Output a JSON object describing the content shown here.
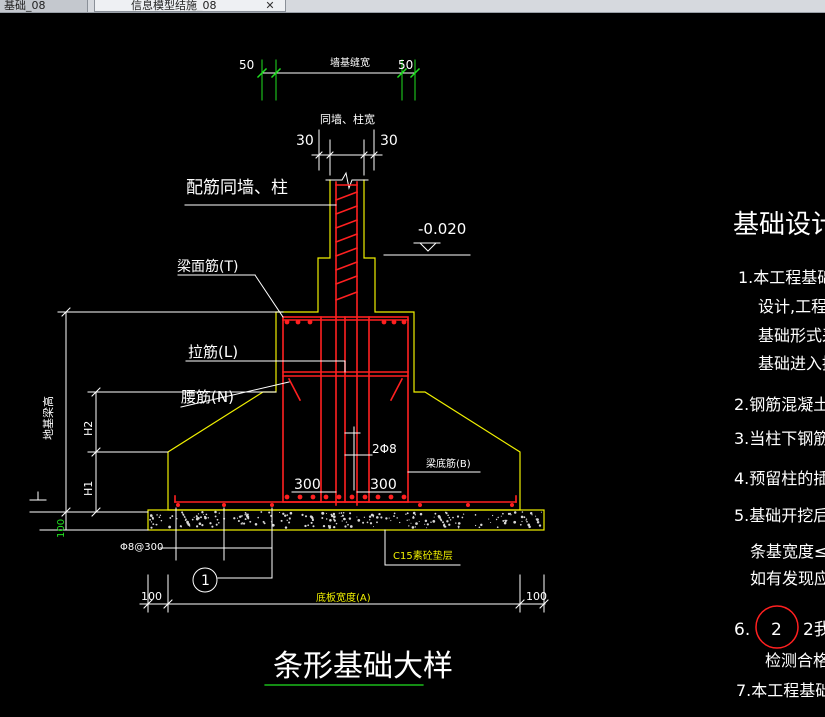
{
  "tabs": [
    {
      "label": "基础_08"
    },
    {
      "label": "信息模型结施_08"
    }
  ],
  "tab_close_glyph": "✕",
  "colors": {
    "background": "#000000",
    "white": "#ffffff",
    "red": "#ff2020",
    "yellow": "#f0f000",
    "green": "#20e020",
    "cyan": "#30d0ff"
  },
  "drawing": {
    "top_dim": {
      "left": "50",
      "center": "墙基缝宽",
      "right": "50"
    },
    "wall_dim": {
      "left": "30",
      "center": "同墙、柱宽",
      "right": "30"
    },
    "label_rebar_wall": "配筋同墙、柱",
    "elevation": "-0.020",
    "label_beam_top": "梁面筋(T)",
    "label_tie": "拉筋(L)",
    "label_waist": "腰筋(N)",
    "label_2d8": "2Φ8",
    "label_beam_bottom": "梁底筋(B)",
    "dim_300_left": "300",
    "dim_300_right": "300",
    "label_total_height": "地基梁高",
    "label_h2": "H2",
    "label_h1": "H1",
    "label_100": "100",
    "label_phi": "Φ8@300",
    "label_c15": "C15素砼垫层",
    "callout_1": "1",
    "bottom_dim": {
      "left": "100",
      "center": "底板宽度(A)",
      "right": "100"
    },
    "title": "条形基础大样"
  },
  "notes": {
    "title": "基础设计说",
    "lines": [
      "1.本工程基础根",
      "设计,工程编",
      "基础形式采用",
      "基础进入持力",
      "2.钢筋混凝土基",
      "3.当柱下钢筋混凝",
      "4.预留柱的插筋",
      "5.基础开挖后必须",
      "条基宽度≤3",
      "如有发现应及时",
      "6.",
      "2",
      "2我",
      "检测合格后",
      "7.本工程基础超"
    ]
  }
}
